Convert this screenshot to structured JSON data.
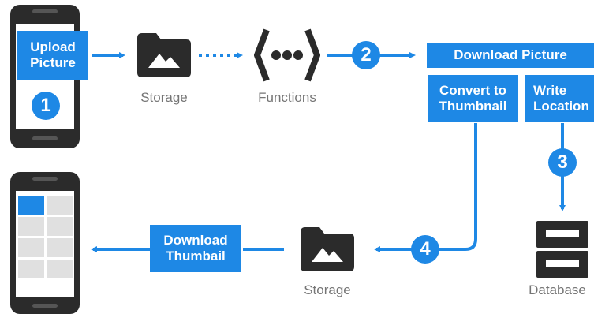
{
  "steps": {
    "upload": "Upload\nPicture",
    "download_picture": "Download Picture",
    "convert": "Convert to\nThumbnail",
    "write": "Write\nLocation",
    "download_thumb": "Download\nThumbail"
  },
  "labels": {
    "storage_top": "Storage",
    "functions": "Functions",
    "storage_bottom": "Storage",
    "database": "Database"
  },
  "numbers": [
    "1",
    "2",
    "3",
    "4"
  ],
  "colors": {
    "accent": "#1e88e5",
    "icon": "#2b2b2b",
    "label": "#757575"
  }
}
